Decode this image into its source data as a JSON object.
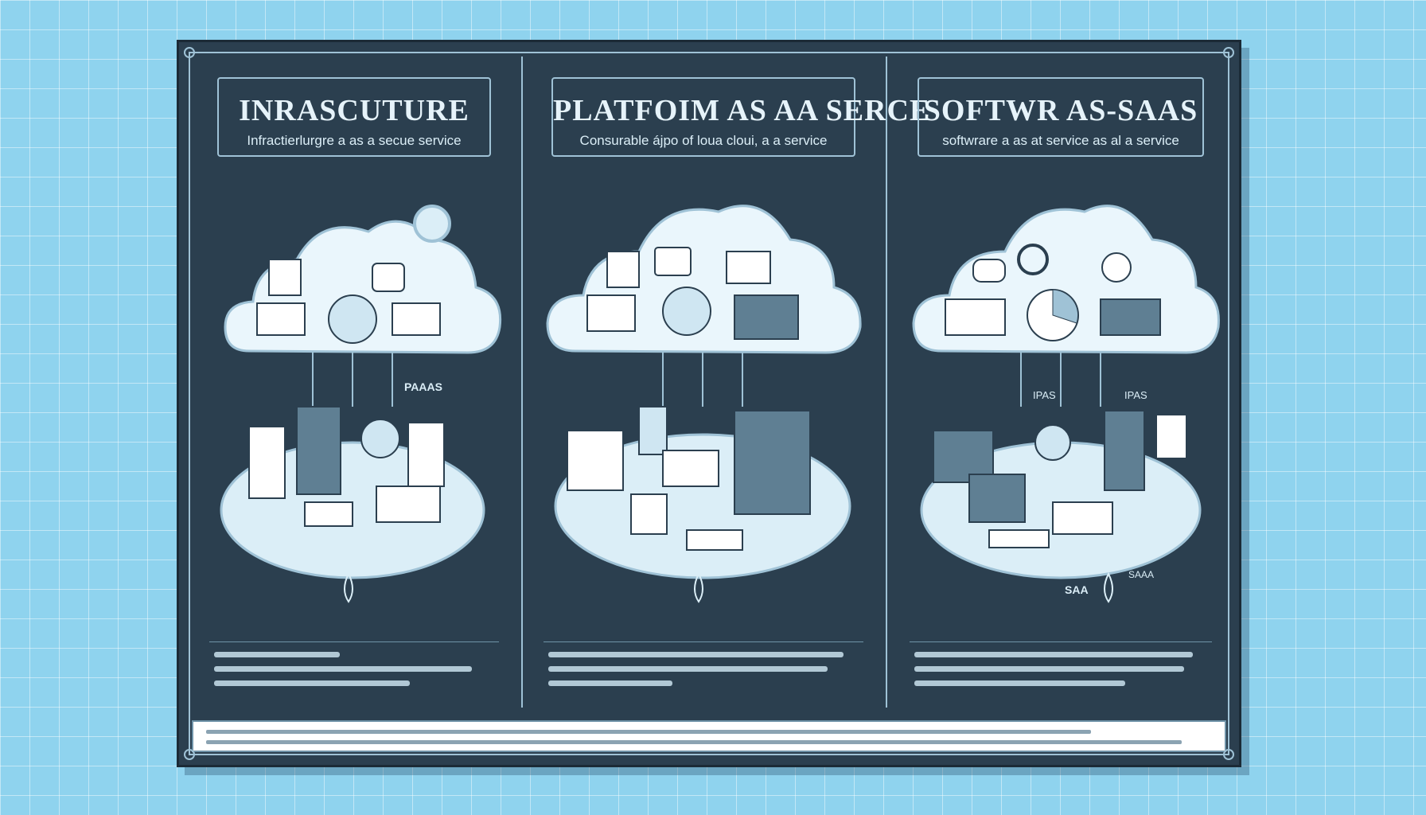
{
  "panels": [
    {
      "title": "INRASCUTURE",
      "subtitle": "Infractierlurgre a as a secue service",
      "labels": [
        "PAAAS"
      ]
    },
    {
      "title": "PLATFOIM AS AA SERCE",
      "subtitle": "Consurable ájpo of loua cloui, a a service",
      "labels": []
    },
    {
      "title": "SOFTWR AS-SAAS",
      "subtitle": "softwrare a  as at service as al a service",
      "labels": [
        "IPAS",
        "IPAS",
        "SAA",
        "SAAA"
      ]
    }
  ],
  "colors": {
    "board": "#2b3f4f",
    "line": "#9fc2d6",
    "cloud": "#eaf6fc",
    "background": "#8fd3ee"
  }
}
